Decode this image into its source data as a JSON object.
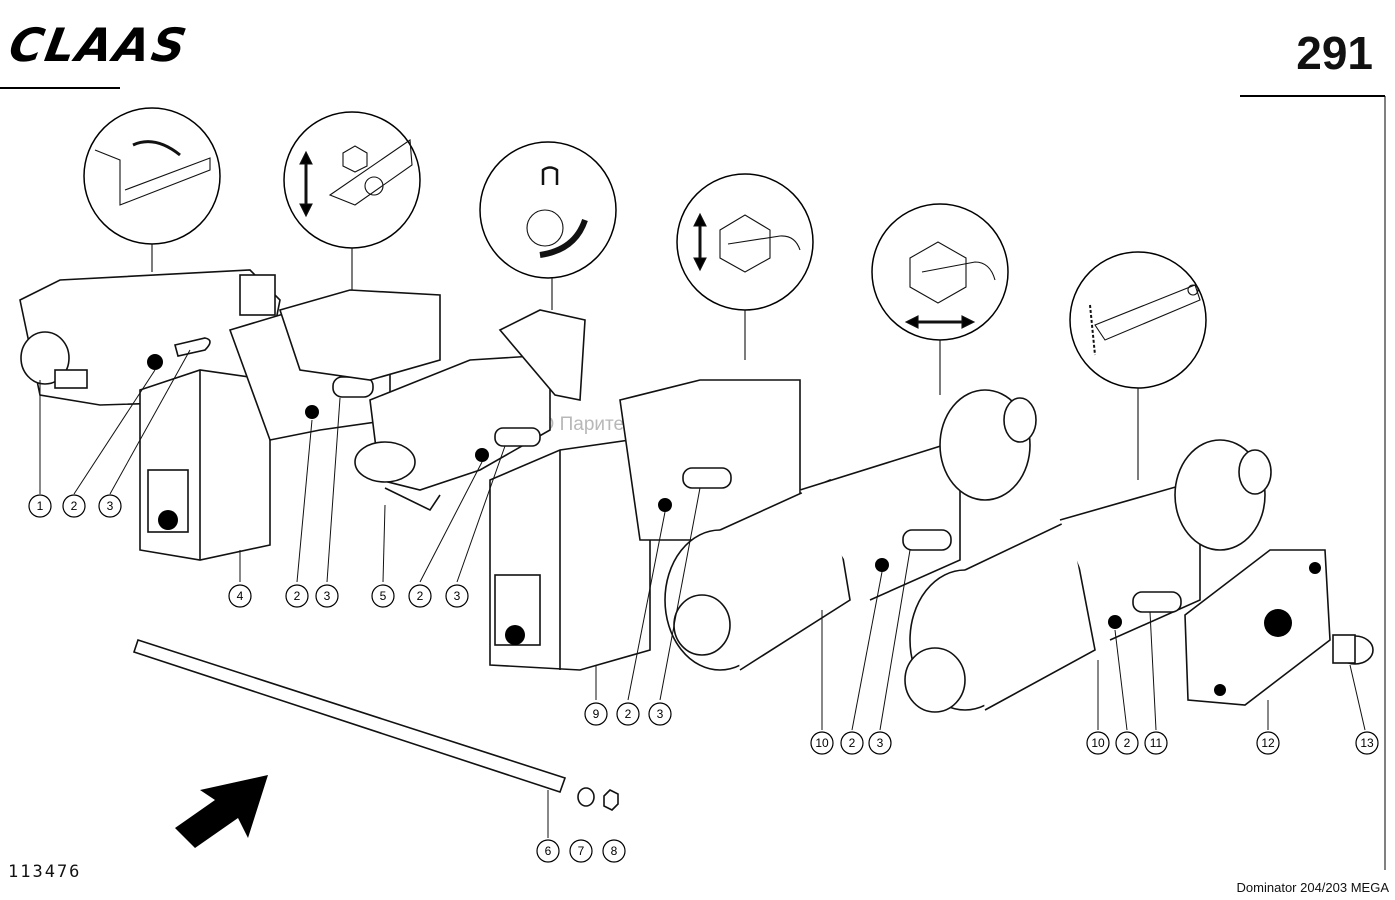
{
  "header": {
    "brand": "CLAAS",
    "page_number": "291"
  },
  "footer": {
    "drawing_number": "113476",
    "model": "Dominator 204/203 MEGA"
  },
  "watermark": "ООО Паритет   rostov-paritet.ru",
  "callouts": [
    "1",
    "2",
    "3",
    "4",
    "2",
    "3",
    "5",
    "2",
    "3",
    "9",
    "2",
    "3",
    "10",
    "2",
    "3",
    "10",
    "2",
    "11",
    "12",
    "13",
    "6",
    "7",
    "8"
  ]
}
